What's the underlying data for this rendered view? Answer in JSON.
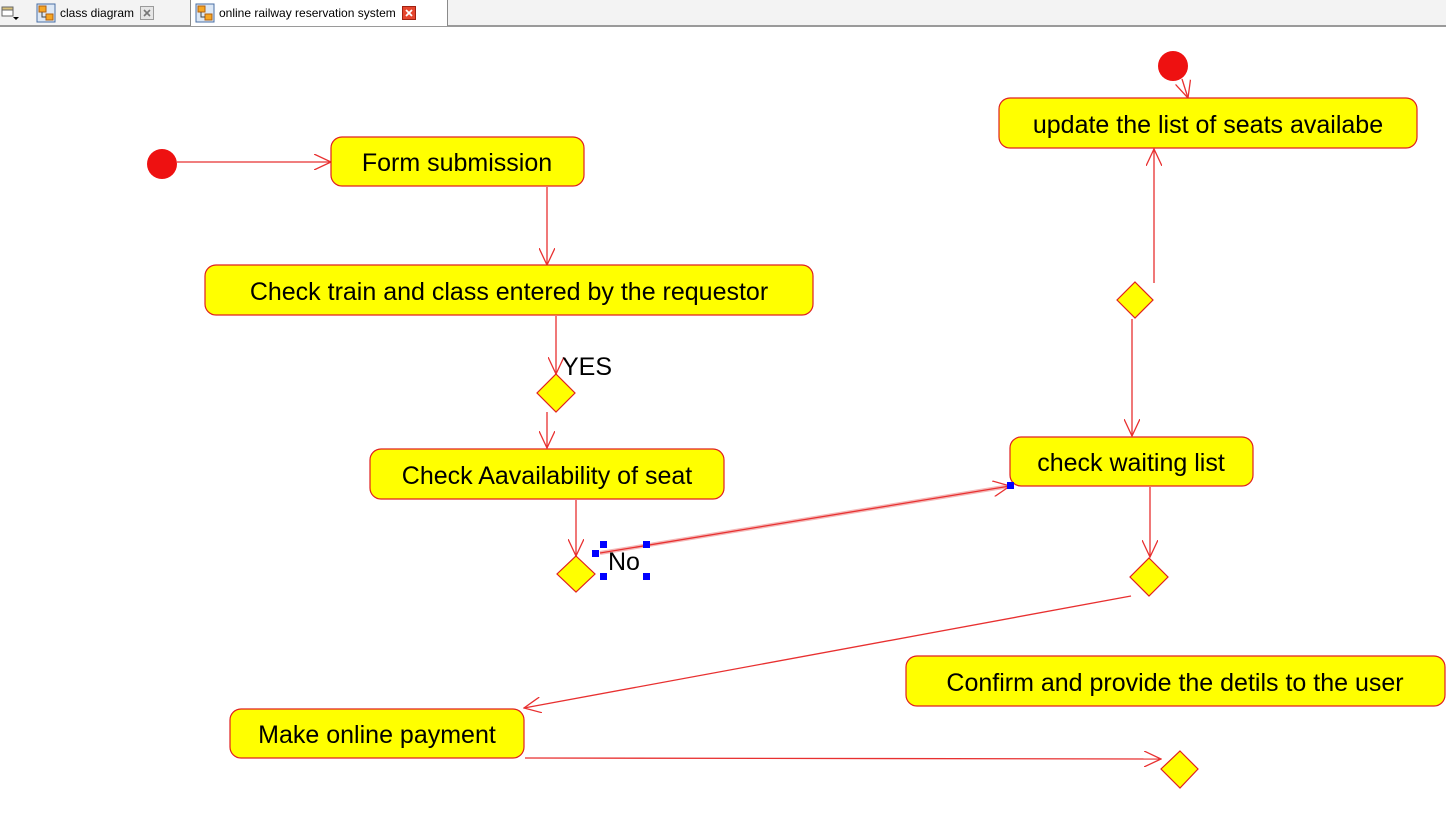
{
  "tabs": [
    {
      "label": "class diagram",
      "icon": "diagram-icon",
      "close_icon": "close-icon-gray",
      "active": false
    },
    {
      "label": "online railway reservation system",
      "icon": "diagram-icon",
      "close_icon": "close-icon-red",
      "active": true
    }
  ],
  "diagram": {
    "colors": {
      "node_fill": "#ffff00",
      "node_stroke": "#e02020",
      "edge": "#e83030",
      "initial": "#ee1111",
      "selection": "#0000ff"
    },
    "activities": {
      "form_submission": "Form submission",
      "check_train_class": "Check train and class entered by the requestor",
      "check_availability": "Check Aavailability of seat",
      "check_waiting_list": "check waiting list",
      "update_seats": "update the list of seats availabe",
      "confirm_details": "Confirm and provide the detils to the user",
      "make_payment": "Make online payment"
    },
    "labels": {
      "yes": "YES",
      "no": "No"
    }
  }
}
